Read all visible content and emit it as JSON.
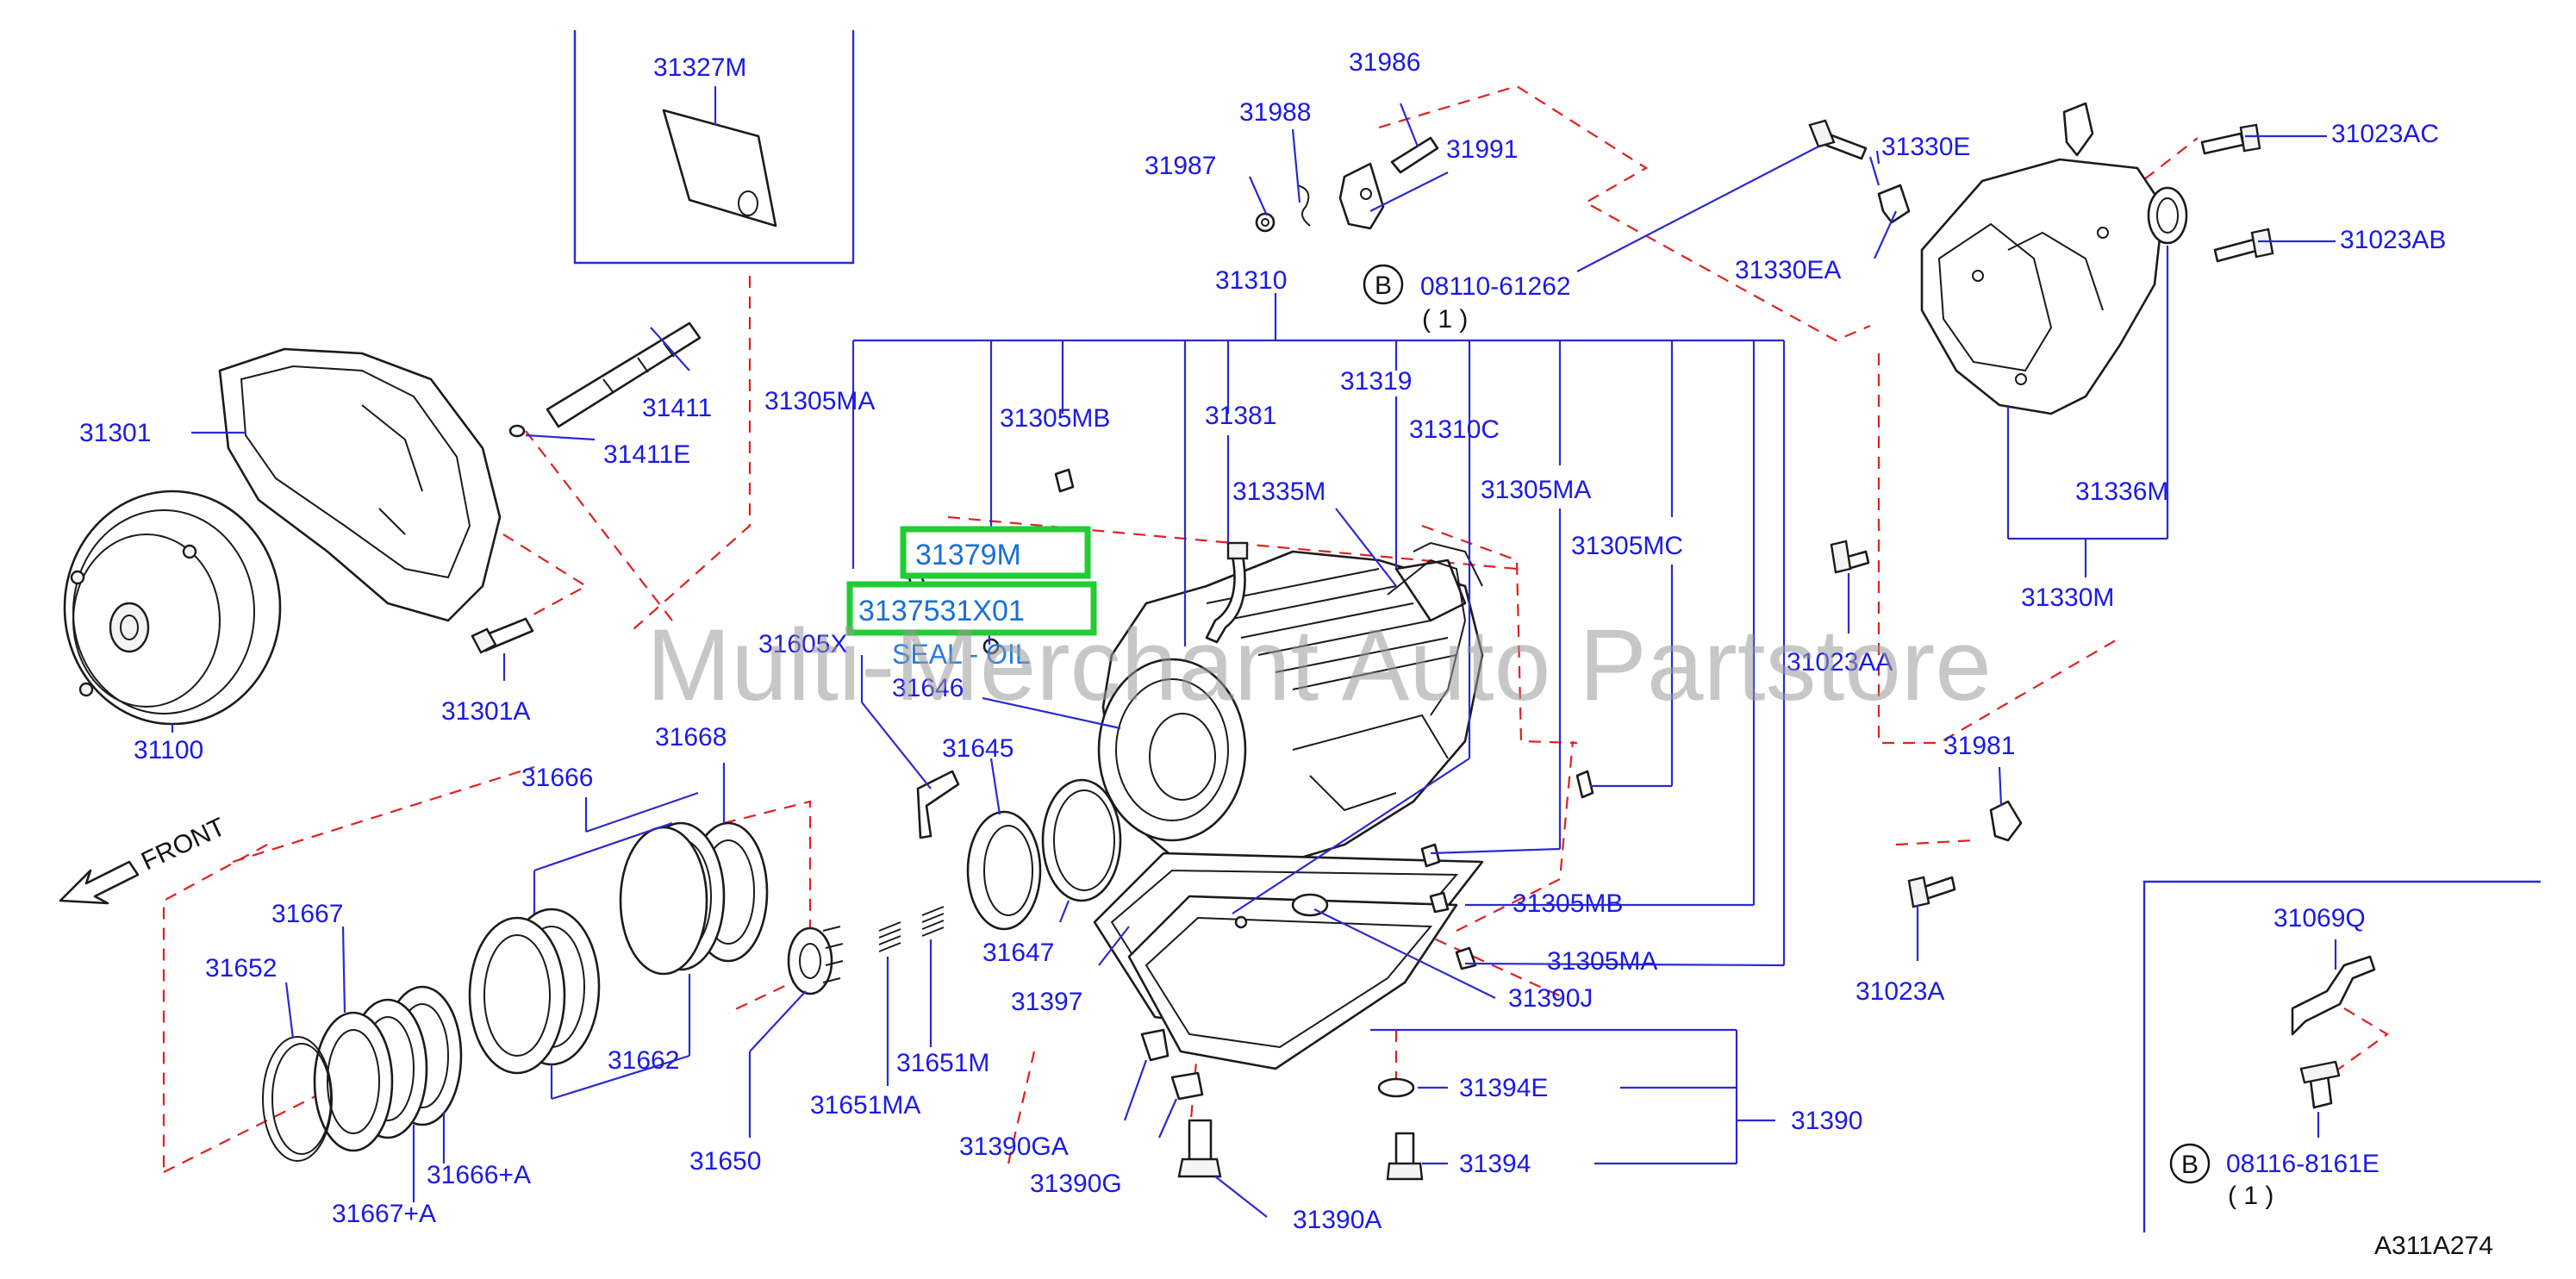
{
  "labels": {
    "p31327M": "31327M",
    "p31986": "31986",
    "p31988": "31988",
    "p31987": "31987",
    "p31991": "31991",
    "p31330E": "31330E",
    "p31023AC": "31023AC",
    "p31023AB": "31023AB",
    "p31330EA": "31330EA",
    "p31310": "31310",
    "p31305MA_a": "31305MA",
    "p31305MB_a": "31305MB",
    "p31381": "31381",
    "p31319": "31319",
    "p31310C": "31310C",
    "p31301": "31301",
    "p31411": "31411",
    "p31411E": "31411E",
    "p31335M": "31335M",
    "p31305MA_b": "31305MA",
    "p31336M": "31336M",
    "p31305MC": "31305MC",
    "p31330M": "31330M",
    "p31379M": "31379M",
    "p3137531X01": "3137531X01",
    "pSealOil": "SEAL - OIL",
    "p31605X": "31605X",
    "p31646": "31646",
    "p31023AA": "31023AA",
    "p31301A": "31301A",
    "p31100": "31100",
    "p31668": "31668",
    "p31666": "31666",
    "p31645": "31645",
    "p31981": "31981",
    "front": "FRONT",
    "p31667": "31667",
    "p31652": "31652",
    "p31647": "31647",
    "p31305MB_b": "31305MB",
    "p31069Q": "31069Q",
    "p31305MA_c": "31305MA",
    "p31023A": "31023A",
    "p31397": "31397",
    "p31390J": "31390J",
    "p31662": "31662",
    "p31651M": "31651M",
    "p31394E": "31394E",
    "p31651MA": "31651MA",
    "p31390": "31390",
    "p31390GA": "31390GA",
    "p31650": "31650",
    "p31666A": "31666+A",
    "p31390G": "31390G",
    "p31394": "31394",
    "p31667A": "31667+A",
    "p31390A": "31390A",
    "bolt1_code": "08110-61262",
    "bolt1_qty": "( 1 )",
    "bolt2_code": "08116-8161E",
    "bolt2_qty": "( 1 )",
    "b_marker": "B",
    "diagram_code": "A311A274"
  },
  "watermark": "Multi-Merchant Auto Partstore",
  "highlighted_parts": [
    "31379M",
    "3137531X01"
  ],
  "colors": {
    "label": "#1a1ae6",
    "leader": "#2a2ad0",
    "dashed_guide": "#e02020",
    "highlight": "#22cc33",
    "seal_text": "#2a7be0",
    "watermark": "#9a9a9a"
  }
}
